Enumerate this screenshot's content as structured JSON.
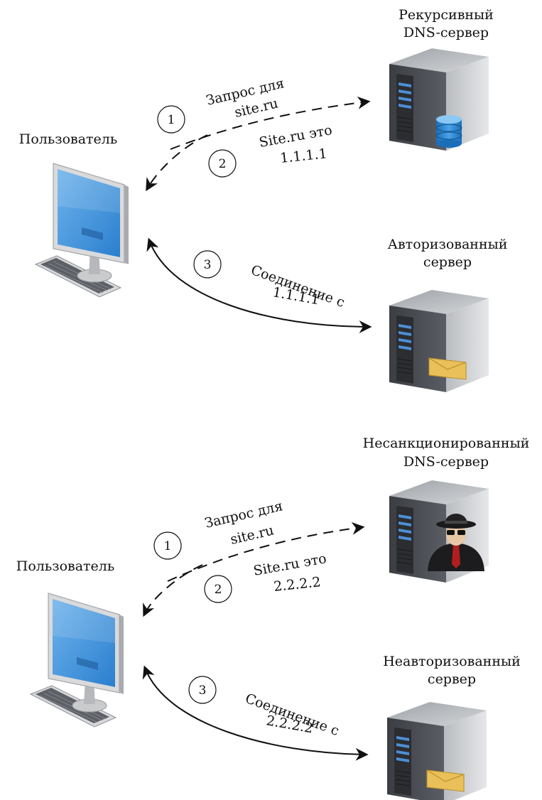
{
  "top": {
    "user_label": "Пользователь",
    "server1_label": [
      "Рекурсивный",
      "DNS-сервер"
    ],
    "server2_label": [
      "Авторизованный",
      "сервер"
    ],
    "step1_num": "1",
    "step2_num": "2",
    "step3_num": "3",
    "step1_text": [
      "Запрос для",
      "site.ru"
    ],
    "step2_text": [
      "Site.ru это",
      "1.1.1.1"
    ],
    "step3_text": [
      "Соединение с",
      "1.1.1.1"
    ]
  },
  "bottom": {
    "user_label": "Пользователь",
    "server1_label": [
      "Несанкционированный",
      "DNS-сервер"
    ],
    "server2_label": [
      "Неавторизованный",
      "сервер"
    ],
    "step1_num": "1",
    "step2_num": "2",
    "step3_num": "3",
    "step1_text": [
      "Запрос для",
      "site.ru"
    ],
    "step2_text": [
      "Site.ru это",
      "2.2.2.2"
    ],
    "step3_text": [
      "Соединение с",
      "2.2.2.2"
    ]
  },
  "icons": {
    "computer": "desktop-computer-icon",
    "server": "server-tower-icon",
    "database": "database-icon",
    "envelope": "envelope-icon",
    "spy": "spy-hacker-icon"
  }
}
